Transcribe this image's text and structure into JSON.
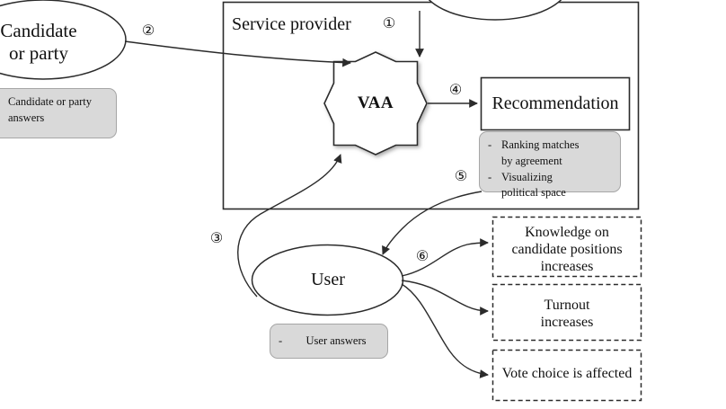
{
  "diagram": {
    "title_panel": "Service provider",
    "nodes": {
      "candidate": "Candidate\nor party",
      "vaa": "VAA",
      "recommendation": "Recommendation",
      "user": "User"
    },
    "notes": {
      "candidate_answers": {
        "bullet": "",
        "text": "Candidate  or party\nanswers"
      },
      "recommendation_features": {
        "items": [
          {
            "bullet": "-",
            "text": "Ranking  matches\nby agreement"
          },
          {
            "bullet": "-",
            "text": "Visualizing\npolitical  space"
          }
        ]
      },
      "user_answers": {
        "bullet": "-",
        "text": "User answers"
      }
    },
    "outcomes": [
      "Knowledge  on\ncandidate positions\nincreases",
      "Turnout\nincreases",
      "Vote choice is affected"
    ],
    "step_numbers": {
      "one": "①",
      "two": "②",
      "three": "③",
      "four": "④",
      "five": "⑤",
      "six": "⑥"
    },
    "colors": {
      "stroke": "#3a3a3a",
      "note_fill": "#d9d9d9",
      "note_border": "#a6a6a6",
      "background": "#ffffff",
      "text": "#111111"
    }
  }
}
